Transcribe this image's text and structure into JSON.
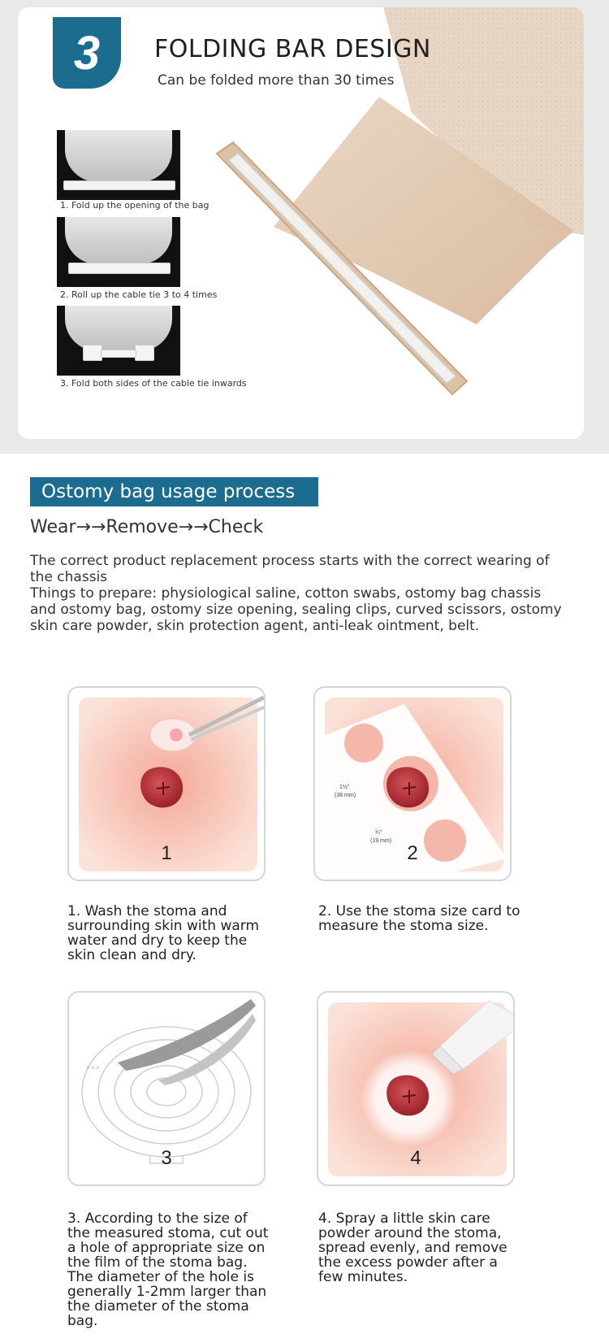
{
  "folding": {
    "step_number": "3",
    "title": "FOLDING BAR DESIGN",
    "subtitle": "Can be folded more than 30 times",
    "steps": [
      {
        "caption": "1. Fold up the opening of the bag"
      },
      {
        "caption": "2. Roll up the cable tie 3 to 4 times"
      },
      {
        "caption": "3. Fold both sides of the cable tie inwards"
      }
    ]
  },
  "process": {
    "header": "Ostomy bag usage process",
    "flow": "Wear→→Remove→→Check",
    "intro_line1": "The correct product replacement process starts with the correct wearing of the chassis",
    "intro_line2": "Things to prepare: physiological saline, cotton swabs, ostomy bag chassis and ostomy bag, ostomy size opening, sealing clips, curved scissors, ostomy skin care powder, skin protection agent, anti-leak ointment, belt.",
    "cards": [
      {
        "number": "1",
        "text": "1. Wash the stoma and surrounding skin with warm water and dry to keep the skin clean and dry."
      },
      {
        "number": "2",
        "text": "2. Use the stoma size card to measure the stoma size.",
        "size_large": "1½\"",
        "size_large_mm": "(38 mm)",
        "size_small": "¾\"",
        "size_small_mm": "(19 mm)"
      },
      {
        "number": "3",
        "text": "3. According to the size of the measured stoma, cut out a hole of appropriate size on the film of the stoma bag. The diameter of the hole is generally 1-2mm larger than the diameter of the stoma bag."
      },
      {
        "number": "4",
        "text": "4. Spray a little skin care powder around the stoma, spread evenly, and remove the excess powder after a few minutes."
      }
    ]
  },
  "colors": {
    "accent": "#1b6c8e",
    "skin": "#f6c9bd",
    "stoma": "#b8323a",
    "bag": "#e0c7ae"
  }
}
